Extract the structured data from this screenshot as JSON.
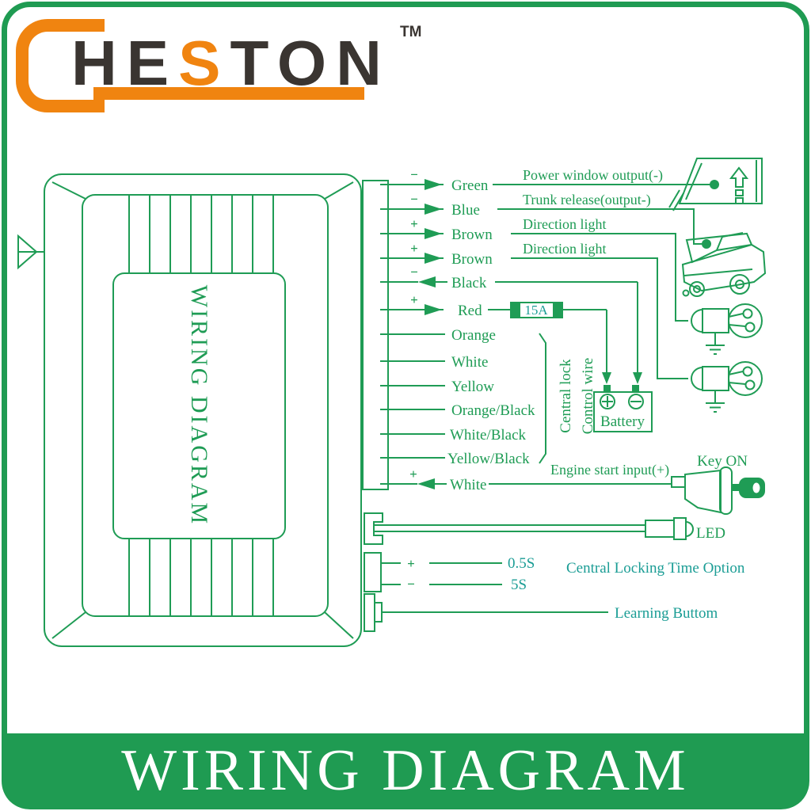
{
  "logo": {
    "he": "HE",
    "s": "S",
    "ton": "TON",
    "tm": "TM"
  },
  "banner": {
    "title": "WIRING DIAGRAM"
  },
  "control_box": {
    "label": "WIRING DIAGRAM"
  },
  "wires": [
    {
      "label": "Green",
      "sign": "−",
      "arrow": "right"
    },
    {
      "label": "Blue",
      "sign": "−",
      "arrow": "right"
    },
    {
      "label": "Brown",
      "sign": "+",
      "arrow": "right"
    },
    {
      "label": "Brown",
      "sign": "+",
      "arrow": "right"
    },
    {
      "label": "Black",
      "sign": "−",
      "arrow": "left"
    },
    {
      "label": "Red",
      "sign": "+",
      "arrow": "right"
    },
    {
      "label": "Orange",
      "sign": "",
      "arrow": ""
    },
    {
      "label": "White",
      "sign": "",
      "arrow": ""
    },
    {
      "label": "Yellow",
      "sign": "",
      "arrow": ""
    },
    {
      "label": "Orange/Black",
      "sign": "",
      "arrow": ""
    },
    {
      "label": "White/Black",
      "sign": "",
      "arrow": ""
    },
    {
      "label": "Yellow/Black",
      "sign": "",
      "arrow": ""
    },
    {
      "label": "White",
      "sign": "+",
      "arrow": "left"
    }
  ],
  "right_labels": {
    "power_window": "Power window output(-)",
    "trunk": "Trunk release(output-)",
    "direction1": "Direction light",
    "direction2": "Direction light",
    "engine": "Engine start input(+)"
  },
  "fuse": {
    "rating": "15A"
  },
  "battery": {
    "label": "Battery"
  },
  "central_lock": {
    "line1": "Central lock",
    "line2": "Control wire"
  },
  "key": {
    "label": "Key ON"
  },
  "led": {
    "label": "LED"
  },
  "time_option": {
    "plus": "+",
    "minus": "−",
    "fast": "0.5S",
    "slow": "5S",
    "label": "Central Locking Time Option"
  },
  "learning": {
    "label": "Learning Buttom"
  },
  "colors": {
    "green": "#1f9c55",
    "band_green": "#1f9b52",
    "teal": "#1b9d95",
    "orange": "#f08410",
    "logo_dark": "#3a3531",
    "white": "#ffffff"
  }
}
